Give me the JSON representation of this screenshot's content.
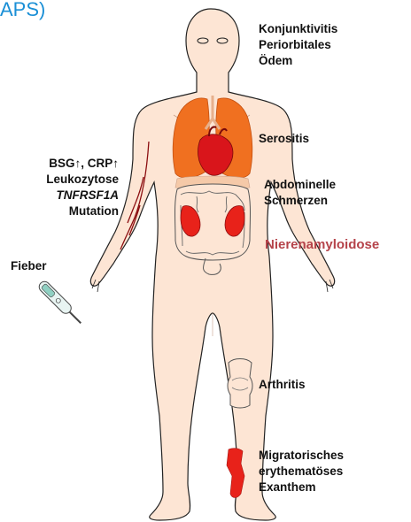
{
  "title_fragment": "APS)",
  "labels": {
    "eyes": [
      "Konjunktivitis",
      "Periorbitales",
      "Ödem"
    ],
    "serositis": "Serositis",
    "abdominal": [
      "Abdominelle",
      "Schmerzen"
    ],
    "kidney": "Nierenamyloidose",
    "lab": {
      "line1": "BSG↑, CRP↑",
      "line2": "Leukozytose",
      "gene": "TNFRSF1A",
      "line4": "Mutation"
    },
    "fever": "Fieber",
    "arthritis": "Arthritis",
    "rash": [
      "Migratorisches",
      "erythematöses",
      "Exanthem"
    ]
  },
  "colors": {
    "skin": "#fde5d4",
    "outline": "#222222",
    "organ_orange": "#f07020",
    "heart_red": "#d9151b",
    "kidney_red": "#e8221a",
    "vein": "#8b0d10",
    "title_blue": "#1a8fd6",
    "kidney_text": "#b5434a"
  }
}
